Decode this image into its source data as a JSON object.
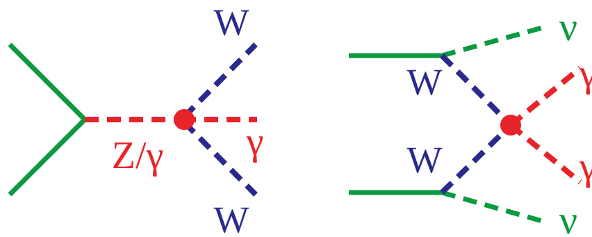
{
  "colors": {
    "fermion": "#0b9a3f",
    "w_boson": "#2a2a8c",
    "photon": "#e8232a",
    "vertex": "#e8232a",
    "background": "#ffffff"
  },
  "left_diagram": {
    "w_top_label": "W",
    "w_bottom_label": "W",
    "propagator_label": "Z/γ",
    "photon_label": "γ"
  },
  "right_diagram": {
    "w_top_label": "W",
    "w_bottom_label": "W",
    "nu_top_label": "ν",
    "nu_bottom_label": "ν",
    "gamma_top_label": "γ",
    "gamma_bottom_label": "γ"
  }
}
